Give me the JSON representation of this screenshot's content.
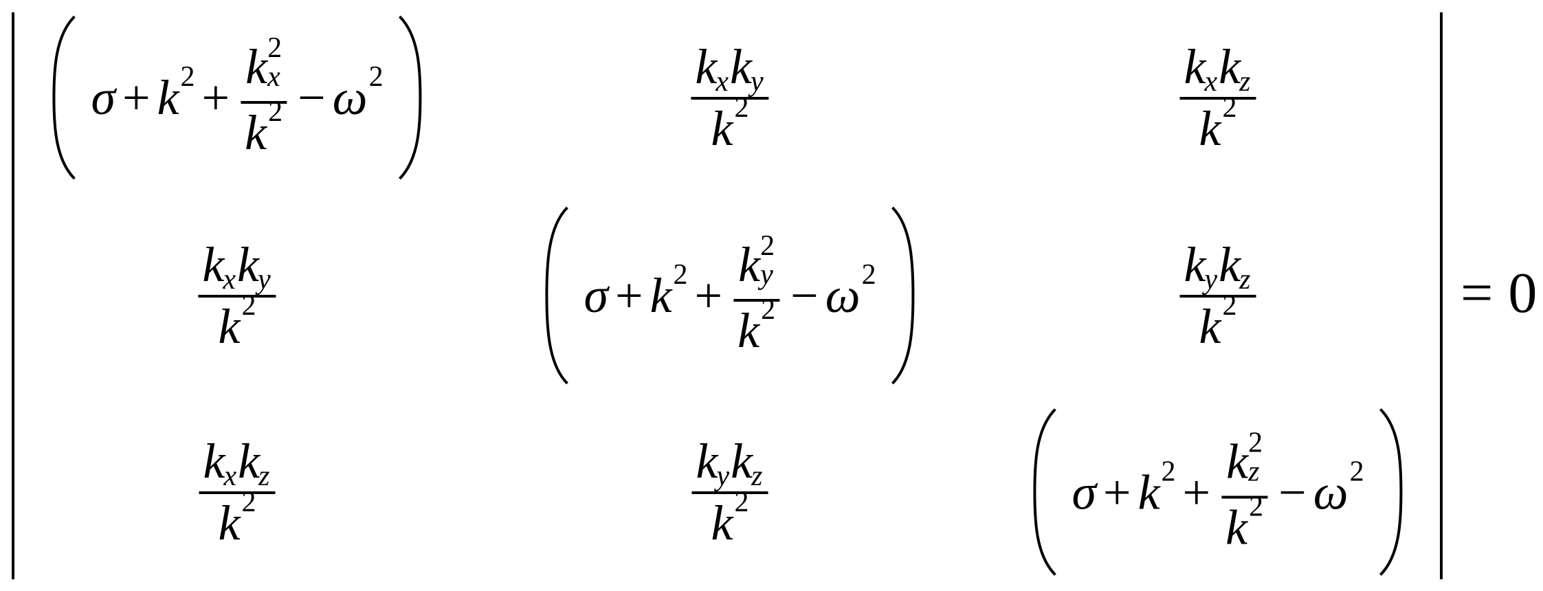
{
  "equation": {
    "type": "determinant",
    "description": "3x3 determinant set equal to zero",
    "rhs": {
      "equals": "=",
      "value": "0"
    },
    "symbols": {
      "sigma": "σ",
      "k": "k",
      "omega": "ω",
      "plus": "+",
      "minus": "−",
      "sq": "2"
    },
    "matrix": [
      [
        {
          "type": "diagonal",
          "index": "x"
        },
        {
          "type": "offdiag",
          "a": "x",
          "b": "y"
        },
        {
          "type": "offdiag",
          "a": "x",
          "b": "z"
        }
      ],
      [
        {
          "type": "offdiag",
          "a": "x",
          "b": "y"
        },
        {
          "type": "diagonal",
          "index": "y"
        },
        {
          "type": "offdiag",
          "a": "y",
          "b": "z"
        }
      ],
      [
        {
          "type": "offdiag",
          "a": "x",
          "b": "z"
        },
        {
          "type": "offdiag",
          "a": "y",
          "b": "z"
        },
        {
          "type": "diagonal",
          "index": "z"
        }
      ]
    ],
    "latex": "\\begin{vmatrix} \\left(\\sigma + k^2 + \\frac{k_x^2}{k^2} - \\omega^2\\right) & \\frac{k_x k_y}{k^2} & \\frac{k_x k_z}{k^2} \\\\ \\frac{k_x k_y}{k^2} & \\left(\\sigma + k^2 + \\frac{k_y^2}{k^2} - \\omega^2\\right) & \\frac{k_y k_z}{k^2} \\\\ \\frac{k_x k_z}{k^2} & \\frac{k_y k_z}{k^2} & \\left(\\sigma + k^2 + \\frac{k_z^2}{k^2} - \\omega^2\\right) \\end{vmatrix} = 0"
  },
  "cells": {
    "r0c0": {
      "idx": "x"
    },
    "r0c1": {
      "a": "x",
      "b": "y"
    },
    "r0c2": {
      "a": "x",
      "b": "z"
    },
    "r1c0": {
      "a": "x",
      "b": "y"
    },
    "r1c1": {
      "idx": "y"
    },
    "r1c2": {
      "a": "y",
      "b": "z"
    },
    "r2c0": {
      "a": "x",
      "b": "z"
    },
    "r2c1": {
      "a": "y",
      "b": "z"
    },
    "r2c2": {
      "idx": "z"
    }
  }
}
